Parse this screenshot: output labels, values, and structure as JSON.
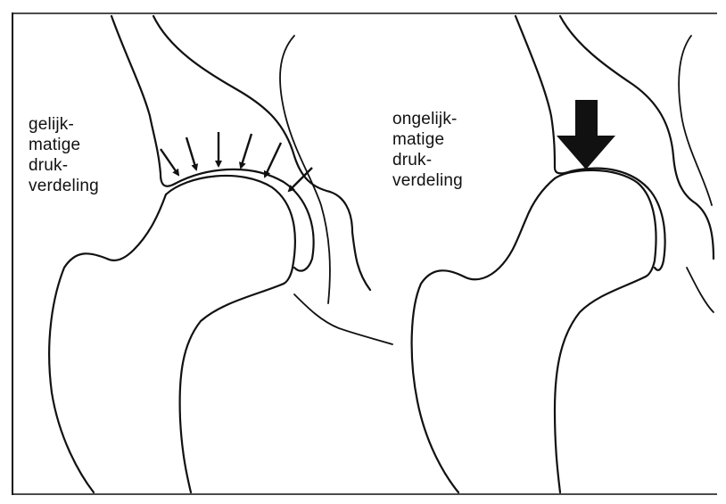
{
  "left_panel": {
    "caption_lines": [
      "gelijk-",
      "matige",
      "druk-",
      "verdeling"
    ]
  },
  "right_panel": {
    "caption_lines": [
      "ongelijk-",
      "matige",
      "druk-",
      "verdeling"
    ]
  },
  "icons": {
    "small_arrows": "arrow-icon",
    "large_arrow": "large-arrow-icon"
  },
  "colors": {
    "ink": "#111111",
    "background": "#ffffff"
  }
}
